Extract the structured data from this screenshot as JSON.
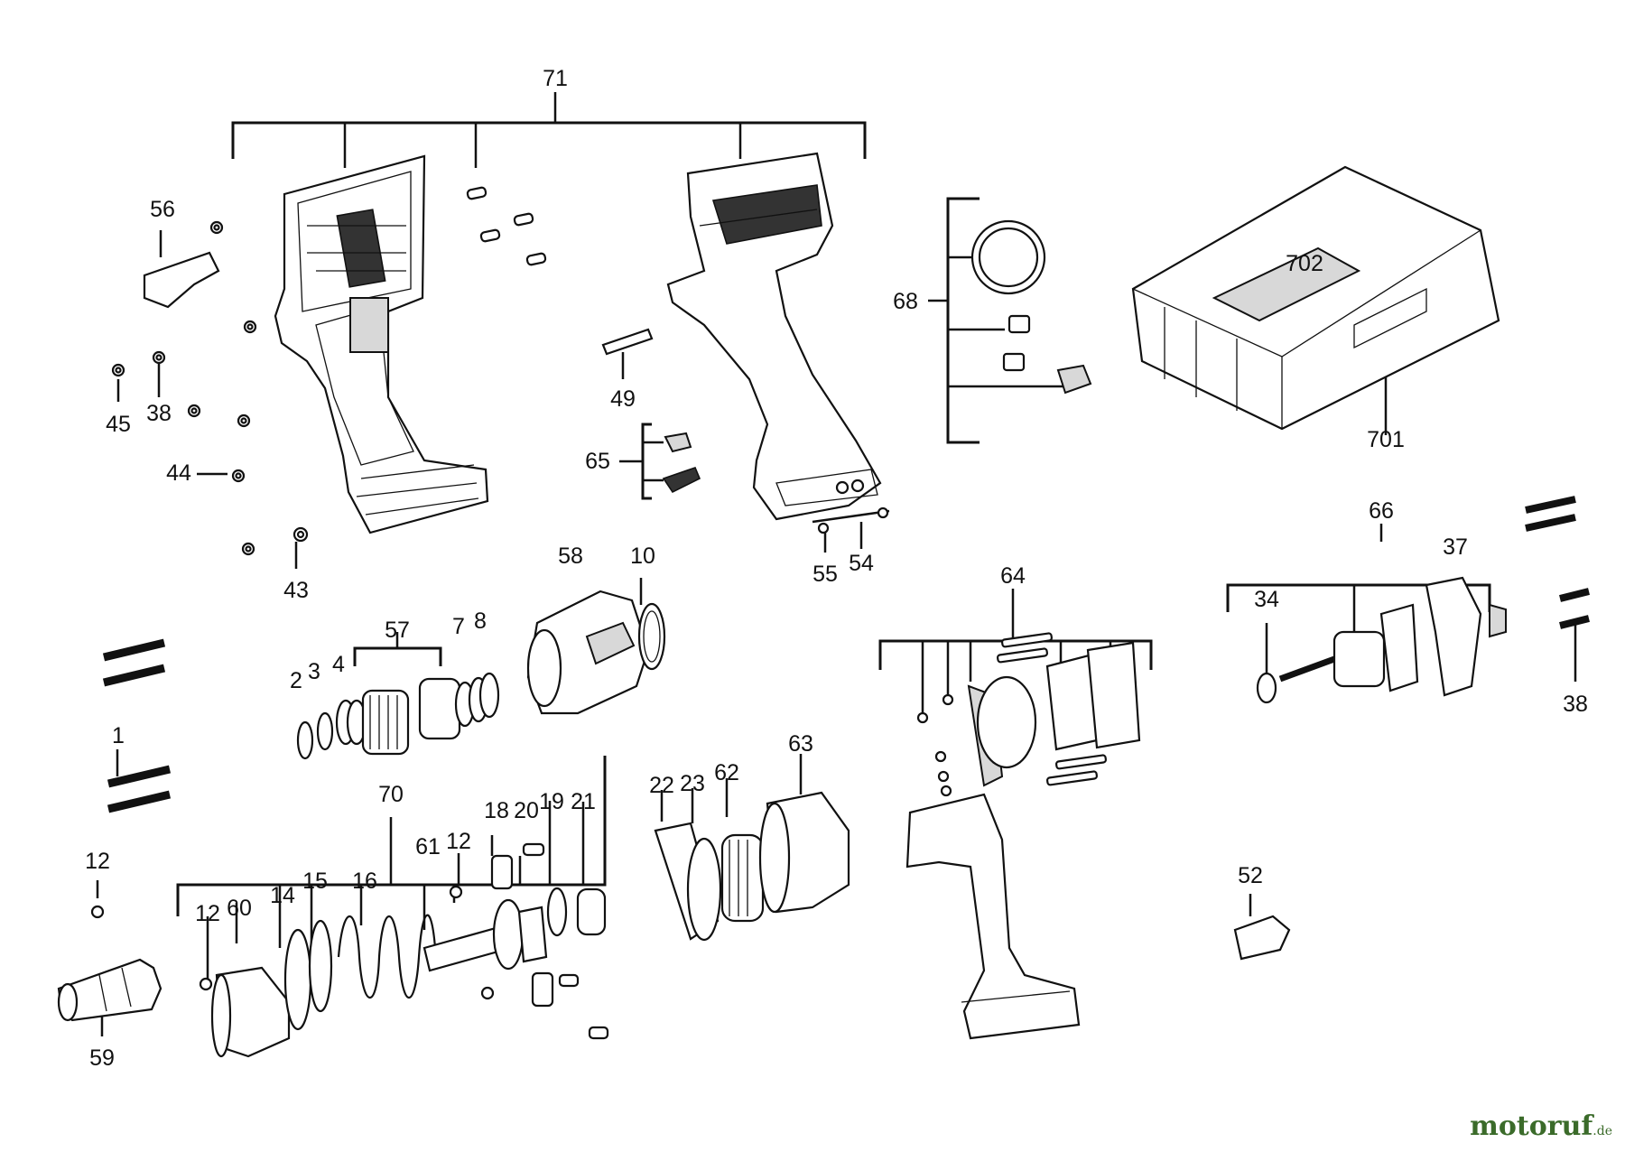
{
  "diagram": {
    "watermark": {
      "text": "motoruf",
      "tld": ".de"
    },
    "labels": [
      "71",
      "56",
      "45",
      "38",
      "44",
      "43",
      "49",
      "65",
      "55",
      "54",
      "68",
      "702",
      "701",
      "58",
      "10",
      "57",
      "2",
      "3",
      "4",
      "7",
      "8",
      "1",
      "64",
      "66",
      "37",
      "34",
      "38",
      "12",
      "70",
      "61",
      "12",
      "18",
      "20",
      "19",
      "21",
      "22",
      "23",
      "62",
      "63",
      "12",
      "60",
      "14",
      "15",
      "16",
      "59",
      "52"
    ]
  }
}
